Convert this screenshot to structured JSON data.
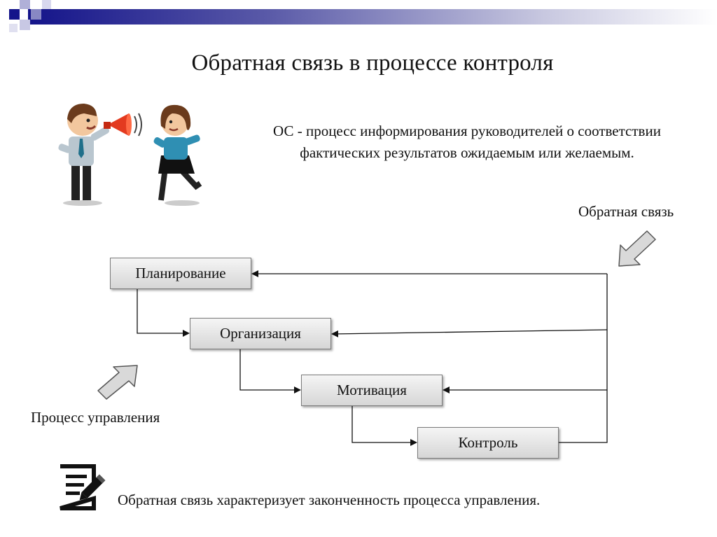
{
  "title": "Обратная связь в процессе контроля",
  "definition": "ОС - процесс информирования руководителей о соответствии фактических результатов ожидаемым или желаемым.",
  "feedback_label": "Обратная связь",
  "process_label": "Процесс управления",
  "bottom_note": "Обратная связь характеризует законченность процесса управления.",
  "diagram": {
    "steps": [
      "Планирование",
      "Организация",
      "Мотивация",
      "Контроль"
    ]
  },
  "icons": {
    "header": "checkered-squares-icon",
    "people": "people-megaphone-icon",
    "feedback_arrow": "down-left-arrow-icon",
    "process_arrow": "up-right-arrow-icon",
    "note": "document-pencil-icon"
  },
  "colors": {
    "header_band_start": "#14148a",
    "header_band_end": "#ffffff",
    "box_border": "#7a7a7a",
    "arrow_fill": "#d9d9d9"
  }
}
